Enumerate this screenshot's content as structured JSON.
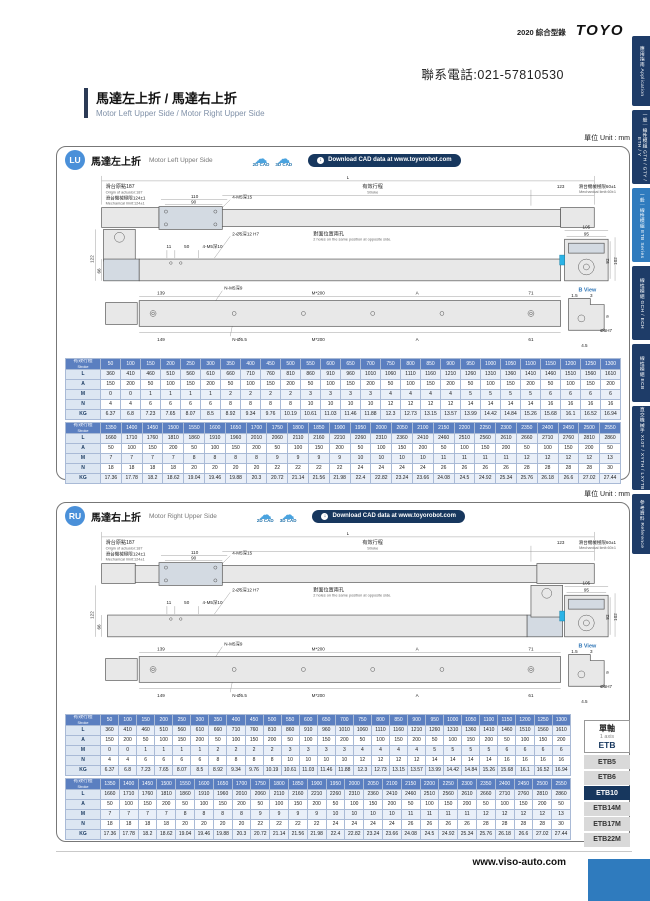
{
  "header": {
    "catalog": "2020 綜合型錄",
    "brand": "TOYO",
    "phone": "聯系電話:021-57810530"
  },
  "page_title": {
    "zh": "馬達左上折 / 馬達右上折",
    "en": "Motor Left Upper Side / Motor Right Upper Side"
  },
  "unit": "單位 Unit : mm",
  "cad": {
    "c2d": "2D CAD",
    "c3d": "3D CAD",
    "download": "Download CAD data at www.toyorobot.com"
  },
  "panels": [
    {
      "badge": "LU",
      "title_zh": "馬達左上折",
      "title_en": "Motor Left Upper Side"
    },
    {
      "badge": "RU",
      "title_zh": "馬達右上折",
      "title_en": "Motor Right Upper Side"
    }
  ],
  "drawing": {
    "overall_len": "L",
    "origin_zh": "滑台原點187",
    "origin_en": "Origin of actuator:187",
    "stroke_zh": "有效行程",
    "stroke_en": "Stroke",
    "dim_123": "123",
    "mech124_zh": "滑台機械極限124±1",
    "mech124_en": "Mechanical limit:124±1",
    "mech60_zh": "滑台機械極限60±1",
    "mech60_en": "Mechanical limit:60±1",
    "dim_110": "110",
    "dim_90": "90",
    "note_4m5_15": "4-M5深15",
    "note_2o5": "2-Ø5深12 H7",
    "opposite_zh": "對面位置兩孔",
    "opposite_en": "2 holes on the same position at opposite side.",
    "dim_11": "11",
    "dim_50": "50",
    "note_4m5_10": "4-M5深10",
    "dim_122": "122",
    "dim_66": "66",
    "dim_105": "105",
    "dim_95": "95",
    "dim_82": "82",
    "dim_102": "102",
    "dim_139": "139",
    "note_nm5": "N-M5深9",
    "m200": "M*200",
    "dim_a": "A",
    "dim_71": "71",
    "dim_149": "149",
    "note_no55": "N-Ø5.5",
    "dim_61": "61",
    "b_view": "B View",
    "b_15": "1.5",
    "b_3": "3",
    "b_9": "9",
    "b_45": "4.5",
    "b_o5": "Ø5H7"
  },
  "stroke_table": {
    "header_zh": "有效行程",
    "header_en": "Stroke",
    "row_labels": [
      "L",
      "A",
      "M",
      "N",
      "KG"
    ],
    "groups": [
      {
        "strokes": [
          50,
          100,
          150,
          200,
          250,
          300,
          350,
          400,
          450,
          500,
          550,
          600,
          650,
          700,
          750,
          800,
          850,
          900,
          950,
          1000,
          1050,
          1100,
          1150,
          1200,
          1250,
          1300
        ],
        "rows": [
          [
            360,
            410,
            460,
            510,
            560,
            610,
            660,
            710,
            760,
            810,
            860,
            910,
            960,
            1010,
            1060,
            1110,
            1160,
            1210,
            1260,
            1310,
            1360,
            1410,
            1460,
            1510,
            1560,
            1610
          ],
          [
            150,
            200,
            50,
            100,
            150,
            200,
            50,
            100,
            150,
            200,
            50,
            100,
            150,
            200,
            50,
            100,
            150,
            200,
            50,
            100,
            150,
            200,
            50,
            100,
            150,
            200
          ],
          [
            0,
            0,
            1,
            1,
            1,
            1,
            2,
            2,
            2,
            2,
            3,
            3,
            3,
            3,
            4,
            4,
            4,
            4,
            5,
            5,
            5,
            5,
            6,
            6,
            6,
            6
          ],
          [
            4,
            4,
            6,
            6,
            6,
            6,
            8,
            8,
            8,
            8,
            10,
            10,
            10,
            10,
            12,
            12,
            12,
            12,
            14,
            14,
            14,
            14,
            16,
            16,
            16,
            16
          ],
          [
            6.37,
            6.8,
            7.23,
            7.65,
            8.07,
            8.5,
            8.92,
            9.34,
            9.76,
            10.19,
            10.61,
            11.03,
            11.46,
            11.88,
            12.3,
            12.73,
            13.15,
            13.57,
            13.99,
            14.42,
            14.84,
            15.26,
            15.68,
            16.1,
            16.52,
            16.94
          ]
        ]
      },
      {
        "strokes": [
          1350,
          1400,
          1450,
          1500,
          1550,
          1600,
          1650,
          1700,
          1750,
          1800,
          1850,
          1900,
          1950,
          2000,
          2050,
          2100,
          2150,
          2200,
          2250,
          2300,
          2350,
          2400,
          2450,
          2500,
          2550
        ],
        "rows": [
          [
            1660,
            1710,
            1760,
            1810,
            1860,
            1910,
            1960,
            2010,
            2060,
            2110,
            2160,
            2210,
            2260,
            2310,
            2360,
            2410,
            2460,
            2510,
            2560,
            2610,
            2660,
            2710,
            2760,
            2810,
            2860
          ],
          [
            50,
            100,
            150,
            200,
            50,
            100,
            150,
            200,
            50,
            100,
            150,
            200,
            50,
            100,
            150,
            200,
            50,
            100,
            150,
            200,
            50,
            100,
            150,
            200,
            50
          ],
          [
            7,
            7,
            7,
            7,
            8,
            8,
            8,
            8,
            9,
            9,
            9,
            9,
            10,
            10,
            10,
            10,
            11,
            11,
            11,
            11,
            12,
            12,
            12,
            12,
            13
          ],
          [
            18,
            18,
            18,
            18,
            20,
            20,
            20,
            20,
            22,
            22,
            22,
            22,
            24,
            24,
            24,
            24,
            26,
            26,
            26,
            26,
            28,
            28,
            28,
            28,
            30
          ],
          [
            17.36,
            17.78,
            18.2,
            18.62,
            19.04,
            19.46,
            19.88,
            20.3,
            20.72,
            21.14,
            21.56,
            21.98,
            22.4,
            22.82,
            23.24,
            23.66,
            24.08,
            24.5,
            24.92,
            25.34,
            25.76,
            26.18,
            26.6,
            27.02,
            27.44
          ]
        ]
      }
    ]
  },
  "sidebar": {
    "tabs": [
      {
        "label": "應用指南 Application",
        "active": false
      },
      {
        "label": "一般｜線性模組 GTH / GTY / ETH / Y",
        "active": false
      },
      {
        "label": "一般｜線性模組 ETB Series",
        "active": true
      },
      {
        "label": "線性模組 GCH / ECH",
        "active": false
      },
      {
        "label": "線性模組 ECB",
        "active": false
      },
      {
        "label": "直交機械手 X10T / XYTH / LXYTB",
        "active": false
      },
      {
        "label": "參考資料 Reference",
        "active": false
      }
    ]
  },
  "etb_nav": {
    "axis_zh": "單軸",
    "axis_en": "1 axis",
    "series": "ETB",
    "items": [
      {
        "label": "ETB5",
        "active": false
      },
      {
        "label": "ETB6",
        "active": false
      },
      {
        "label": "ETB10",
        "active": true
      },
      {
        "label": "ETB14M",
        "active": false
      },
      {
        "label": "ETB17M",
        "active": false
      },
      {
        "label": "ETB22M",
        "active": false
      }
    ]
  },
  "footer": {
    "url": "www.viso-auto.com"
  },
  "colors": {
    "accent_blue": "#2f7bbe",
    "navy": "#17375e",
    "table_header": "#5b7fc0",
    "cyan_marker": "#2bb3e6"
  }
}
